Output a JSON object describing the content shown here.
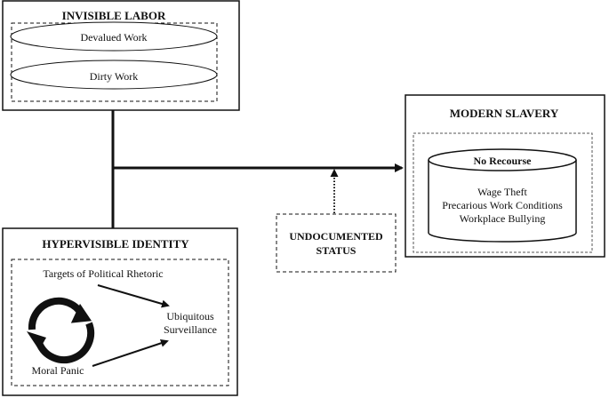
{
  "invisible_labor": {
    "title": "INVISIBLE LABOR",
    "items": [
      "Devalued Work",
      "Dirty Work"
    ]
  },
  "modern_slavery": {
    "title": "MODERN SLAVERY",
    "cylinder_title": "No Recourse",
    "items": [
      "Wage Theft",
      "Precarious Work Conditions",
      "Workplace Bullying"
    ]
  },
  "undocumented_status": {
    "lines": [
      "UNDOCUMENTED",
      "STATUS"
    ]
  },
  "hypervisible_identity": {
    "title": "HYPERVISIBLE IDENTITY",
    "source_top": "Targets of Political Rhetoric",
    "source_bottom": "Moral Panic",
    "target_lines": [
      "Ubiquitous",
      "Surveillance"
    ]
  }
}
